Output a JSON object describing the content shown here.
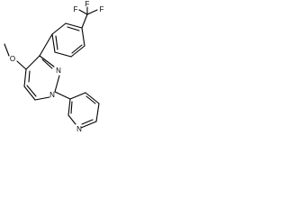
{
  "molecule": {
    "atoms": {
      "f_top": "F",
      "f_left": "F",
      "f_right": "F",
      "o_methoxy": "O",
      "n_pyrimidine_upper": "N",
      "n_pyrimidine_lower": "N",
      "n_pyridine": "N"
    },
    "colors": {
      "bond": "#000000",
      "label": "#000000",
      "background": "#ffffff"
    }
  }
}
